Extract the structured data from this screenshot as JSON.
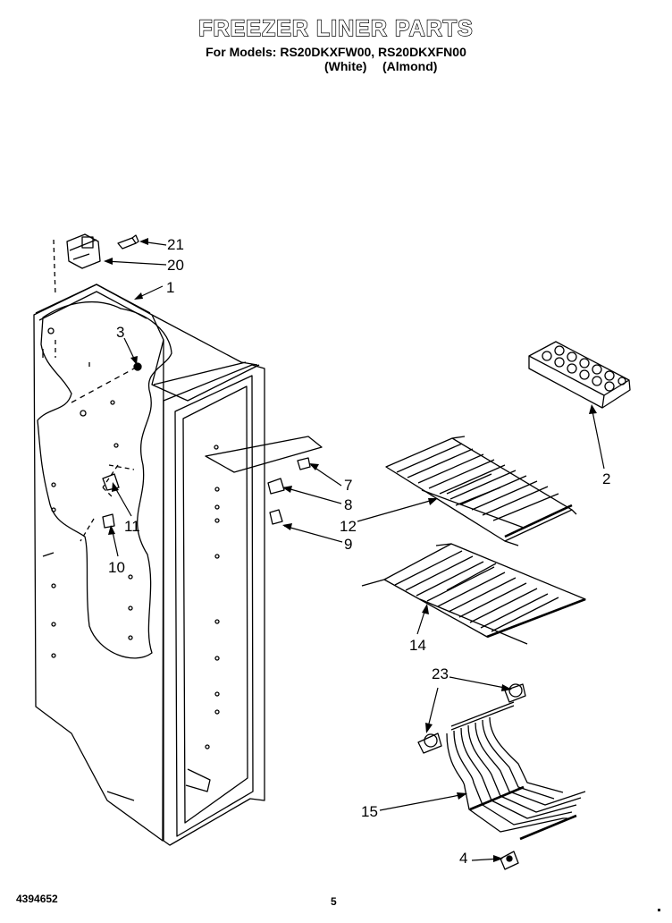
{
  "header": {
    "title": "FREEZER LINER PARTS",
    "models_line": "For Models: RS20DKXFW00, RS20DKXFN00",
    "color_white": "(White)",
    "color_almond": "(Almond)"
  },
  "callouts": {
    "c1": "1",
    "c2": "2",
    "c3": "3",
    "c4": "4",
    "c7": "7",
    "c8": "8",
    "c9": "9",
    "c10": "10",
    "c11": "11",
    "c12": "12",
    "c14": "14",
    "c15": "15",
    "c20": "20",
    "c21": "21",
    "c23": "23"
  },
  "footer": {
    "part_number": "4394652",
    "page_number": "5"
  }
}
